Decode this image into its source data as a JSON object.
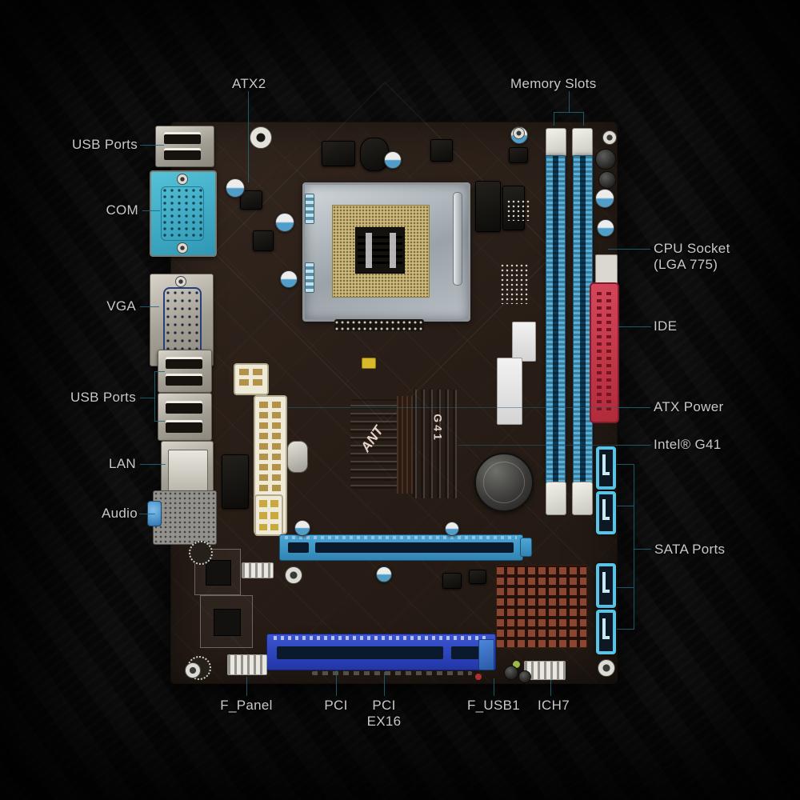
{
  "figure": {
    "description": "Annotated top-down product photo of an Intel G41 micro-ATX motherboard on a black carbon-fiber background"
  },
  "callouts": {
    "atx2": "ATX2",
    "memory_slots": "Memory Slots",
    "usb_ports_top": "USB Ports",
    "com": "COM",
    "vga": "VGA",
    "usb_ports_mid": "USB Ports",
    "lan": "LAN",
    "audio": "Audio",
    "cpu_socket_1": "CPU Socket",
    "cpu_socket_2": "(LGA 775)",
    "ide": "IDE",
    "atx_power": "ATX Power",
    "intel_g41": "Intel® G41",
    "sata_ports": "SATA Ports",
    "f_panel": "F_Panel",
    "pci": "PCI",
    "pci_ex16_1": "PCI",
    "pci_ex16_2": "EX16",
    "f_usb1": "F_USB1",
    "ich7": "ICH7"
  },
  "board_text": {
    "chipset_model": "G41",
    "chipset_logo": "ANT"
  },
  "colors": {
    "background": "#090909",
    "pcb_brown": "#2a1f18",
    "label_text": "#c8c8c8",
    "callout_line": "#20667b",
    "memory_slot_blue": "#4aa6d4",
    "pcie_blue": "#3f9ccd",
    "pci_blue": "#2b44bd",
    "ide_red": "#c23a4c",
    "sata_blue": "#5ac4e6",
    "chipset_copper": "#9c4f2b",
    "ich7_brown": "#8a4630",
    "atx_shell_cream": "#efe9d7",
    "socket_silver": "#b9c0c6",
    "socket_pin_gold": "#cbb97e",
    "com_teal": "#3aa4bf",
    "vga_blue": "#3763b8"
  }
}
